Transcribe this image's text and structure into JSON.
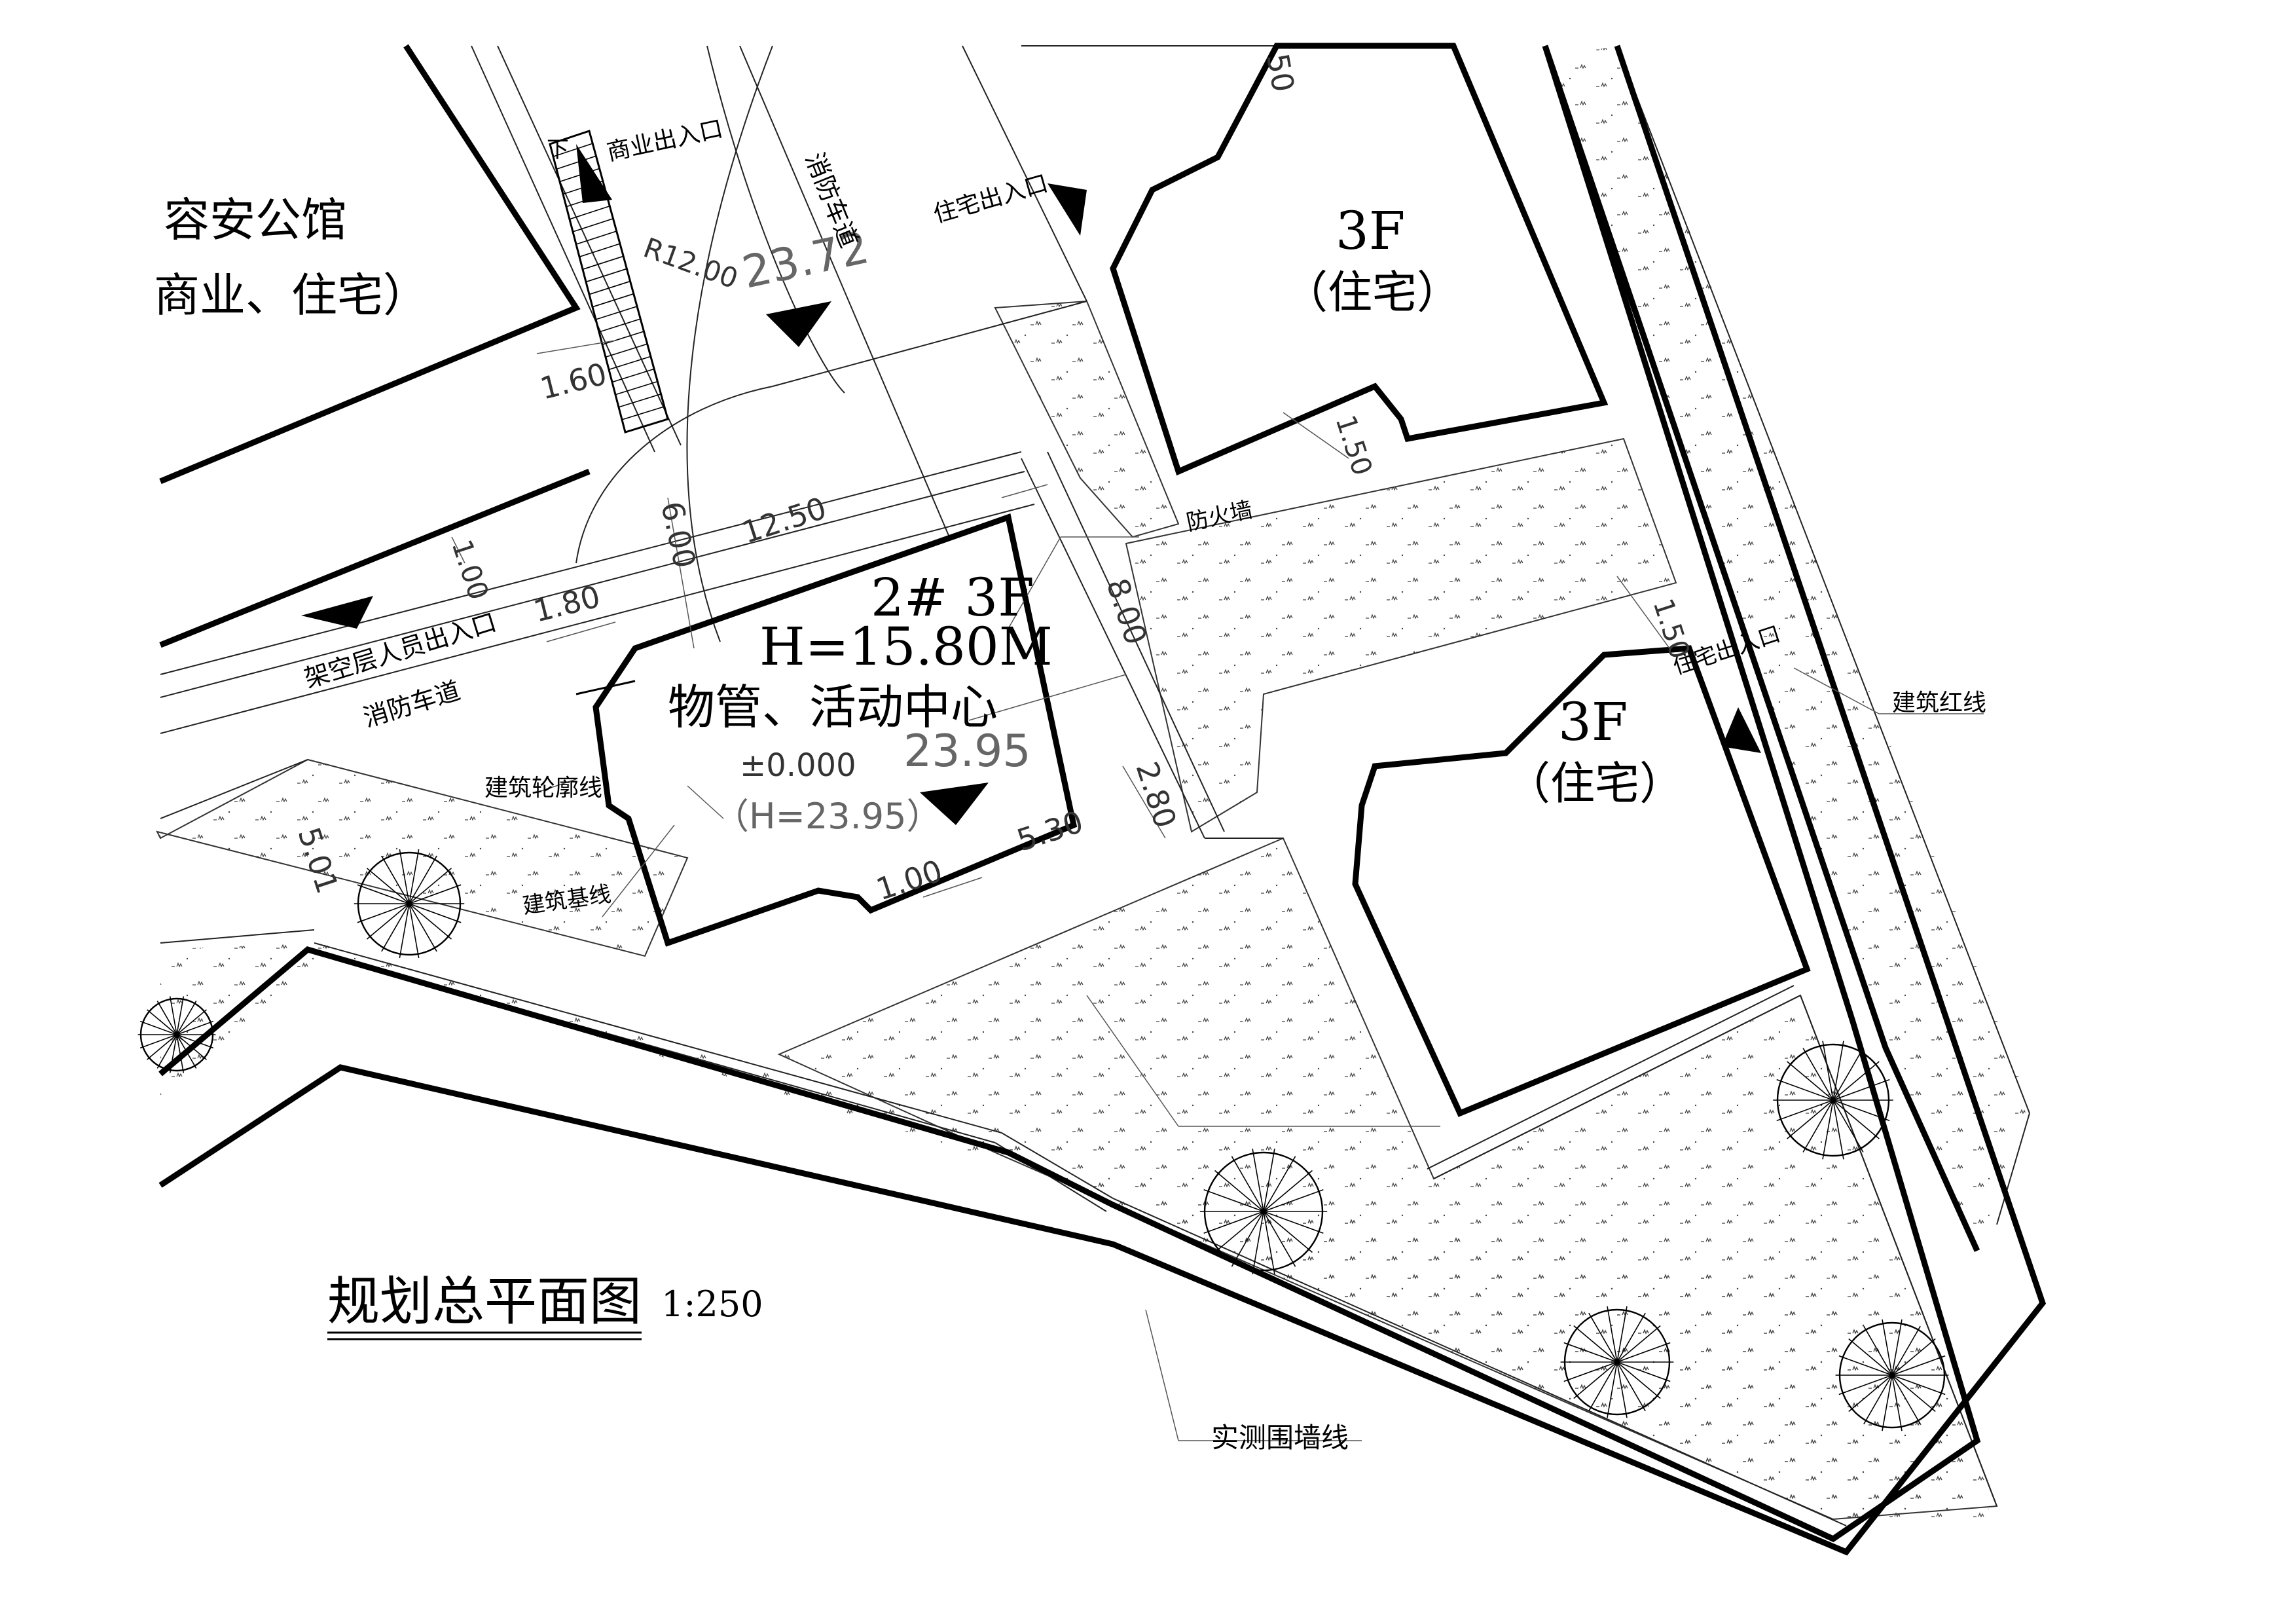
{
  "labels": {
    "rongan_line1": "容安公馆",
    "rongan_line2": "商业、住宅）",
    "bldg_top_3f": "3F",
    "bldg_top_use": "（住宅）",
    "bldg_right_3f": "3F",
    "bldg_right_use": "（住宅）",
    "bldg2_name": "2# 3F",
    "bldg2_height": "H=15.80M",
    "bldg2_use": "物管、活动中心",
    "bldg2_elev": "23.95",
    "bldg2_zero": "±0.000",
    "bldg2_h": "（H=23.95）",
    "road_elev": "23.72",
    "radius": "R12.00",
    "fire_road_curve": "消防车道",
    "fire_road_main": "消防车道",
    "commercial_entry": "商业出入口",
    "residential_entry_top": "住宅出入口",
    "residential_entry_right": "住宅出入口",
    "stilt_entry": "架空层人员出入口",
    "firewall": "防火墙",
    "building_redline": "建筑红线",
    "building_outline": "建筑轮廓线",
    "building_baseline": "建筑基线",
    "surveyed_wall": "实测围墙线",
    "down_mark": "下"
  },
  "dimensions": {
    "d_160": "1.60",
    "d_600": "6.00",
    "d_1250": "12.50",
    "d_100a": "1.00",
    "d_180": "1.80",
    "d_150a": "1.50",
    "d_150b": "1.50",
    "d_800": "8.00",
    "d_280": "2.80",
    "d_530": "5.30",
    "d_100b": "1.00",
    "d_501": "5.01",
    "d_50": "50"
  },
  "title": {
    "main": "规划总平面图",
    "scale": "1:250"
  }
}
